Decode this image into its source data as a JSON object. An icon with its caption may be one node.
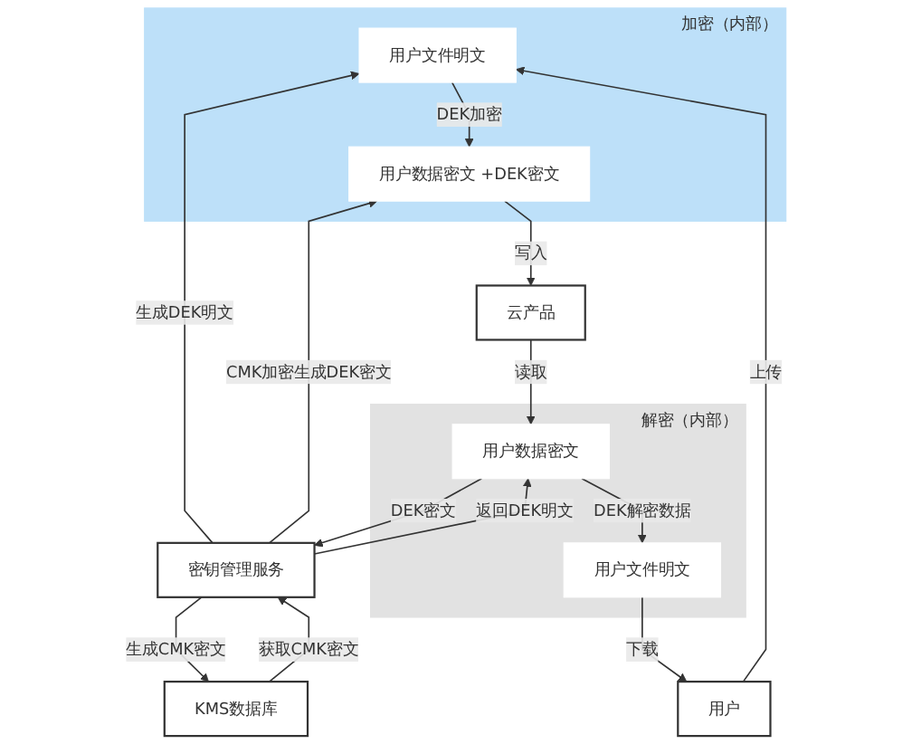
{
  "diagram": {
    "nodes": [
      {
        "text": [
          "加密（内部）"
        ]
      },
      {
        "text": [
          "用户文件明文"
        ],
        "in": 0
      },
      {
        "text": [
          "用户数据密文 +DEK密文"
        ],
        "in": 0
      },
      {
        "text": [
          "用户"
        ]
      },
      {
        "text": [
          "云产品"
        ]
      },
      {
        "text": [
          "KMS数据库"
        ]
      },
      {
        "text": [
          "密钥管理服务"
        ]
      },
      {
        "text": [
          "解密（内部）"
        ]
      },
      {
        "text": [
          "用户数据密文"
        ],
        "in": 7
      },
      {
        "text": [
          "用户文件明文"
        ],
        "in": 7
      }
    ],
    "edges": [
      {
        "from": 3,
        "to": 1,
        "arrow": "to",
        "label": "上传"
      },
      {
        "from": 6,
        "to": 1,
        "arrow": "to",
        "label": "生成DEK明文"
      },
      {
        "from": 1,
        "to": 2,
        "arrow": "to",
        "label": "DEK加密"
      },
      {
        "from": 6,
        "to": 2,
        "arrow": "to",
        "label": "CMK加密生成DEK密文"
      },
      {
        "from": 2,
        "to": 4,
        "arrow": "to",
        "label": "写入"
      },
      {
        "from": 6,
        "to": 5,
        "arrow": "to",
        "label": "生成CMK密文"
      },
      {
        "from": 5,
        "to": 6,
        "arrow": "to",
        "label": "获取CMK密文"
      },
      {
        "from": 4,
        "to": 8,
        "arrow": "to",
        "label": "读取"
      },
      {
        "from": 8,
        "to": 6,
        "arrow": "to",
        "label": "DEK密文"
      },
      {
        "from": 6,
        "to": 8,
        "arrow": "to",
        "label": "返回DEK明文"
      },
      {
        "from": 8,
        "to": 9,
        "arrow": "to",
        "label": "DEK解密数据"
      },
      {
        "from": 9,
        "to": 3,
        "arrow": "to",
        "label": "下载"
      }
    ]
  }
}
